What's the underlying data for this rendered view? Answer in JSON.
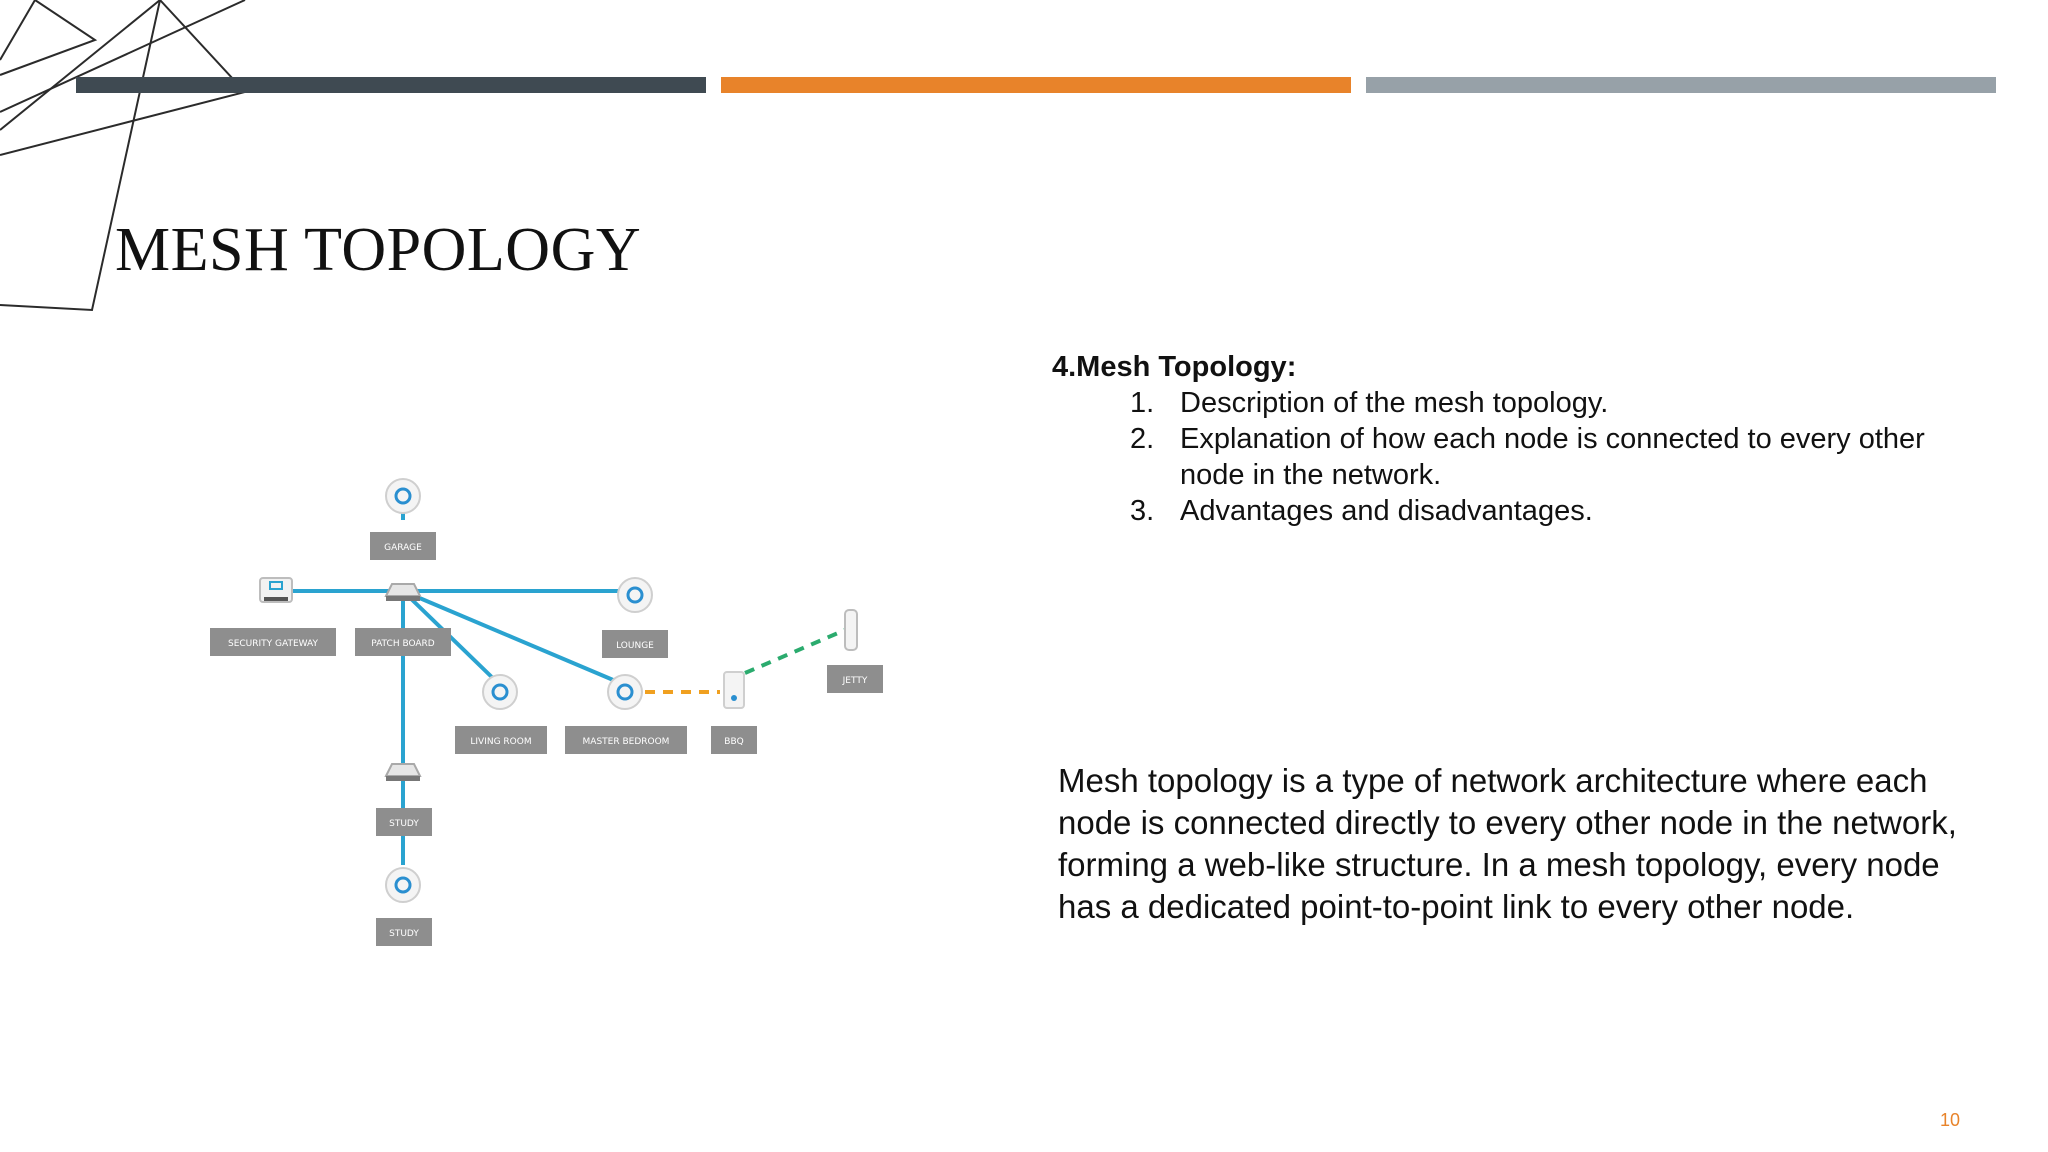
{
  "slide": {
    "title": "MESH TOPOLOGY",
    "page_number": "10",
    "accent_colors": {
      "dark": "#3f4a52",
      "orange": "#e8832a",
      "gray": "#97a1a8"
    }
  },
  "outline": {
    "heading": "4.Mesh Topology:",
    "items": [
      {
        "num": "1.",
        "text": "Description of the mesh topology."
      },
      {
        "num": "2.",
        "text": "Explanation of how each node is connected to every other node in the network."
      },
      {
        "num": "3.",
        "text": "Advantages and disadvantages."
      }
    ]
  },
  "body": {
    "paragraph": "Mesh topology is a type of network architecture where each node is connected directly to every other node in the network, forming a web-like structure. In a mesh topology, every node has a dedicated point-to-point link to every other node."
  },
  "diagram": {
    "labels": {
      "garage": "GARAGE",
      "security_gateway": "SECURITY GATEWAY",
      "patch_board": "PATCH BOARD",
      "lounge": "LOUNGE",
      "jetty": "JETTY",
      "living_room": "LIVING ROOM",
      "master_bedroom": "MASTER BEDROOM",
      "bbq": "BBQ",
      "study_switch": "STUDY",
      "study_ap": "STUDY"
    },
    "link_colors": {
      "wired": "#2aa3d0",
      "wireless_orange": "#f0a020",
      "wireless_green": "#2bab6e"
    }
  }
}
